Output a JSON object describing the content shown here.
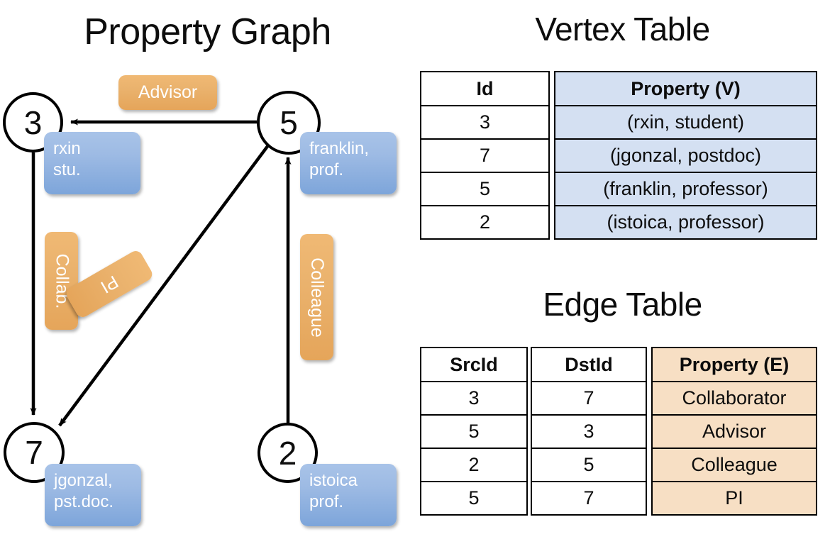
{
  "titles": {
    "property_graph": "Property Graph",
    "vertex_table": "Vertex Table",
    "edge_table": "Edge Table"
  },
  "graph": {
    "vertices": [
      {
        "id": "3",
        "property": "rxin\nstu.",
        "prop_line1": "rxin",
        "prop_line2": "stu."
      },
      {
        "id": "5",
        "property": "franklin,\nprof.",
        "prop_line1": "franklin,",
        "prop_line2": "prof."
      },
      {
        "id": "7",
        "property": "jgonzal,\npst.doc.",
        "prop_line1": "jgonzal,",
        "prop_line2": "pst.doc."
      },
      {
        "id": "2",
        "property": "istoica\nprof.",
        "prop_line1": "istoica",
        "prop_line2": "prof."
      }
    ],
    "edge_labels": [
      {
        "name": "advisor",
        "text": "Advisor",
        "orientation": "horizontal"
      },
      {
        "name": "collab",
        "text": "Collab.",
        "orientation": "vertical"
      },
      {
        "name": "pi",
        "text": "PI",
        "orientation": "diagonal"
      },
      {
        "name": "colleague",
        "text": "Colleague",
        "orientation": "vertical"
      }
    ],
    "edges": [
      {
        "from": "3",
        "to": "7",
        "label": "Collab."
      },
      {
        "from": "5",
        "to": "3",
        "label": "Advisor"
      },
      {
        "from": "2",
        "to": "5",
        "label": "Colleague"
      },
      {
        "from": "5",
        "to": "7",
        "label": "PI"
      }
    ]
  },
  "vertex_table": {
    "headers": [
      "Id",
      "Property (V)"
    ],
    "rows": [
      {
        "id": "3",
        "property": "(rxin, student)"
      },
      {
        "id": "7",
        "property": "(jgonzal, postdoc)"
      },
      {
        "id": "5",
        "property": "(franklin, professor)"
      },
      {
        "id": "2",
        "property": "(istoica, professor)"
      }
    ]
  },
  "edge_table": {
    "headers": [
      "SrcId",
      "DstId",
      "Property (E)"
    ],
    "rows": [
      {
        "src": "3",
        "dst": "7",
        "property": "Collaborator"
      },
      {
        "src": "5",
        "dst": "3",
        "property": "Advisor"
      },
      {
        "src": "2",
        "dst": "5",
        "property": "Colleague"
      },
      {
        "src": "5",
        "dst": "7",
        "property": "PI"
      }
    ]
  },
  "colors": {
    "vertex_fill": "#d4e0f2",
    "edge_fill": "#f7dfc4",
    "node_box": "#8cb0e0",
    "label_badge": "#e9ab63",
    "stroke": "#000000"
  }
}
